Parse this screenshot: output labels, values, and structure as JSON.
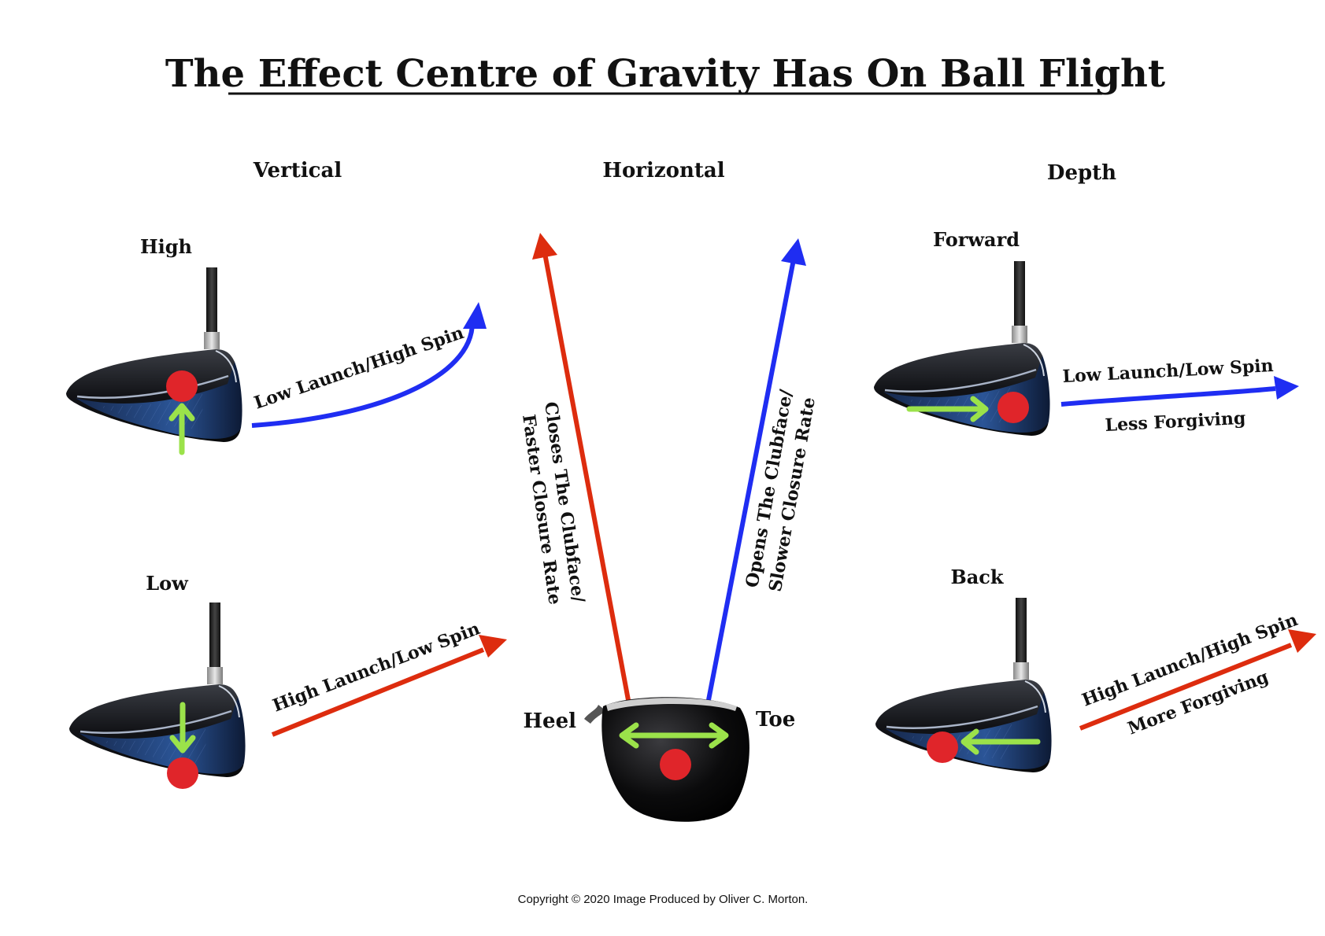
{
  "title": "The Effect Centre of Gravity Has On Ball Flight",
  "sections": {
    "vertical": "Vertical",
    "horizontal": "Horizontal",
    "depth": "Depth"
  },
  "vertical": {
    "high": {
      "label": "High",
      "flight": "Low Launch/High Spin"
    },
    "low": {
      "label": "Low",
      "flight": "High Launch/Low Spin"
    }
  },
  "horizontal": {
    "heel": "Heel",
    "toe": "Toe",
    "closes_line1": "Closes The Clubface/",
    "closes_line2": "Faster Closure Rate",
    "opens_line1": "Opens The Clubface/",
    "opens_line2": "Slower Closure Rate"
  },
  "depth": {
    "forward": {
      "label": "Forward",
      "flight": "Low Launch/Low Spin",
      "forgiveness": "Less Forgiving"
    },
    "back": {
      "label": "Back",
      "flight": "High Launch/High Spin",
      "forgiveness": "More Forgiving"
    }
  },
  "copyright": "Copyright © 2020 Image Produced by Oliver C. Morton.",
  "colors": {
    "red_arrow": "#dd2c0e",
    "blue_arrow": "#1f2df2",
    "cog_dot": "#e0252a",
    "green_arrow": "#9be24a",
    "club_crown": "#1a1c22",
    "club_face": "#1f3f78"
  }
}
